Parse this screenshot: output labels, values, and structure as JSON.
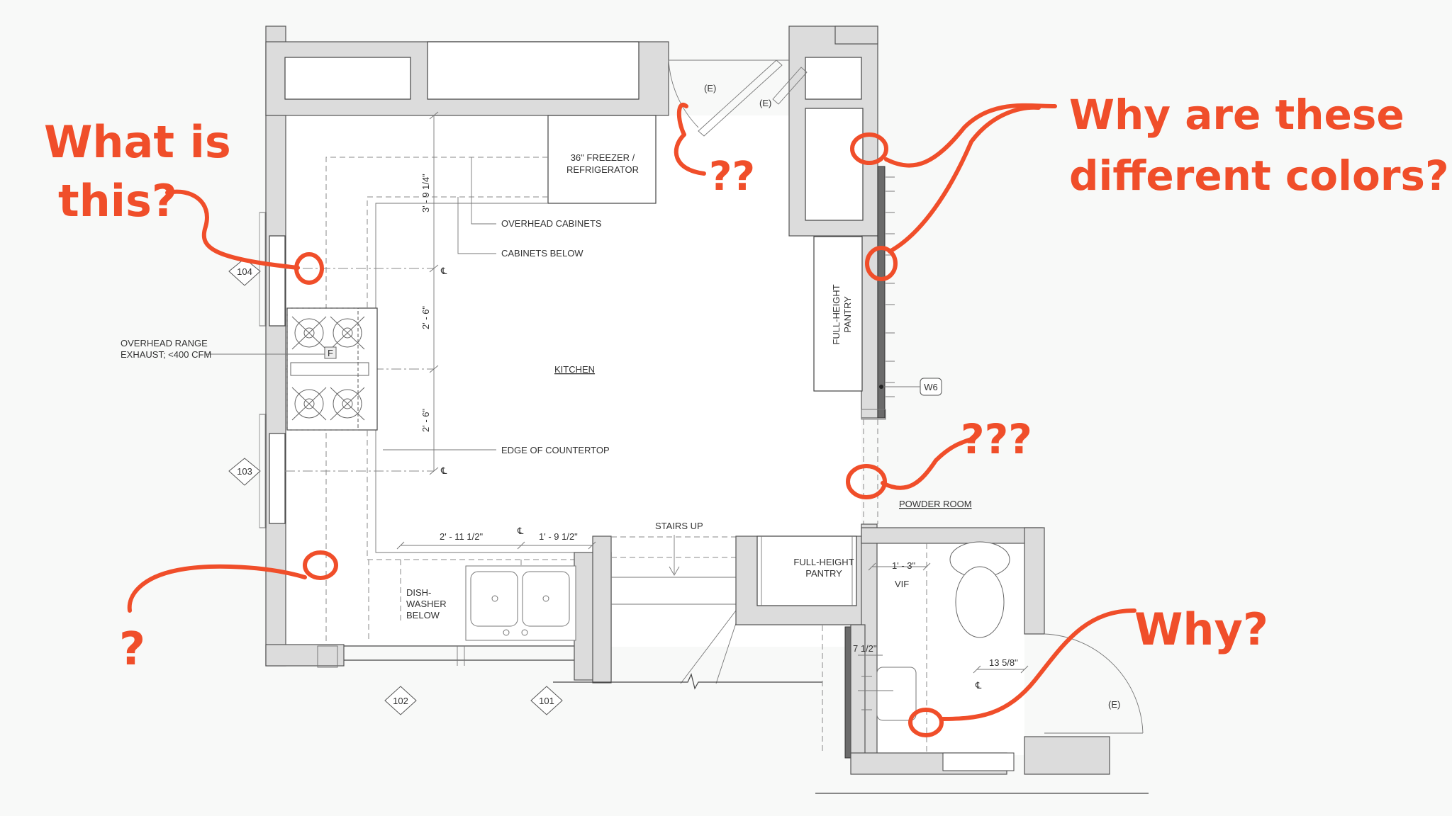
{
  "rooms": {
    "kitchen": "KITCHEN",
    "powder_room": "POWDER ROOM"
  },
  "labels": {
    "overhead_range_1": "OVERHEAD RANGE",
    "overhead_range_2": "EXHAUST; <400 CFM",
    "range_f": "F",
    "overhead_cabinets": "OVERHEAD CABINETS",
    "cabinets_below": "CABINETS BELOW",
    "edge_of_countertop": "EDGE OF COUNTERTOP",
    "freezer_1": "36\" FREEZER /",
    "freezer_2": "REFRIGERATOR",
    "stairs_up": "STAIRS UP",
    "pantry_side_1": "FULL-HEIGHT",
    "pantry_side_2": "PANTRY",
    "pantry_bottom_1": "FULL-HEIGHT",
    "pantry_bottom_2": "PANTRY",
    "dishwasher_1": "DISH-",
    "dishwasher_2": "WASHER",
    "dishwasher_3": "BELOW",
    "door_e1": "(E)",
    "door_e2": "(E)",
    "door_e3": "(E)",
    "vif": "VIF",
    "centerline": "℄"
  },
  "dimensions": {
    "d_3_9": "3' - 9 1/4\"",
    "d_2_6a": "2' - 6\"",
    "d_2_6b": "2' - 6\"",
    "d_2_11": "2' - 11 1/2\"",
    "d_1_9": "1' - 9 1/2\"",
    "d_1_3": "1' - 3\"",
    "d_7_5": "7 1/2\"",
    "d_13_5": "13 5/8\""
  },
  "tags": {
    "t104": "104",
    "t103": "103",
    "t102": "102",
    "t101": "101",
    "w6": "W6"
  },
  "annotations": {
    "color": "#f04e2a",
    "what_1": "What is",
    "what_2": "this?",
    "why_colors_1": "Why are these",
    "why_colors_2": "different colors?",
    "qq": "??",
    "qqq": "???",
    "q": "?",
    "why": "Why?"
  }
}
